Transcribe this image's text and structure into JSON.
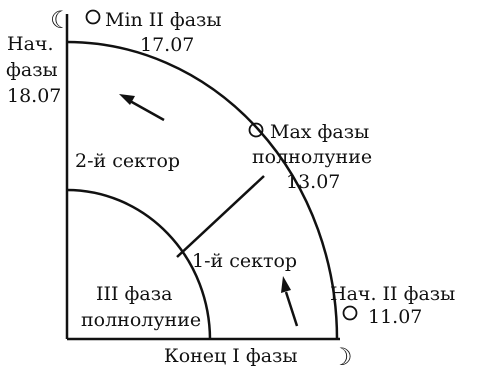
{
  "diagram": {
    "colors": {
      "ink": "#111111",
      "background": "#ffffff"
    },
    "labels": {
      "min_phase_2": "Min II фазы",
      "min_phase_2_date": "17.07",
      "start_phase_left": "Нач.",
      "start_phase_left_2": "фазы",
      "start_phase_left_date": "18.07",
      "max_phase": "Max фазы",
      "max_phase_2": "полнолуние",
      "max_phase_date": "13.07",
      "sector_2": "2-й сектор",
      "sector_1": "1-й сектор",
      "phase_3": "III фаза",
      "phase_3_2": "полнолуние",
      "start_phase_2": "Нач. II фазы",
      "start_phase_2_date": "11.07",
      "end_phase_1": "Конец I фазы"
    },
    "symbols": {
      "waning_moon_icon": "☾",
      "waxing_moon_icon": "☽",
      "full_moon_icon": "○"
    }
  }
}
